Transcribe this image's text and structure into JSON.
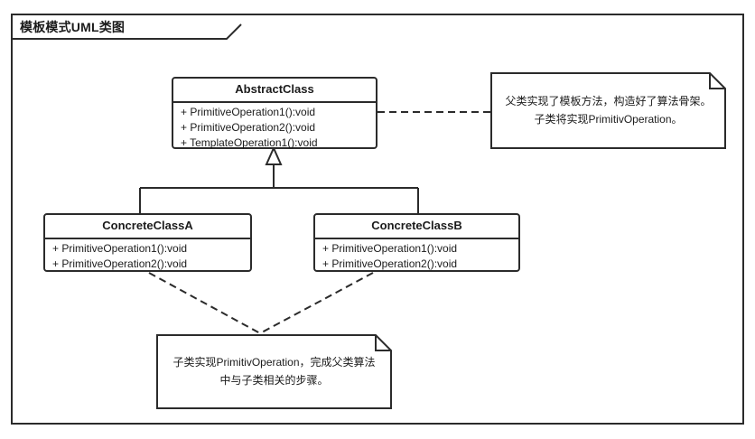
{
  "diagram": {
    "title": "模板模式UML类图",
    "classes": [
      {
        "id": "abstract-class",
        "name": "AbstractClass",
        "members": [
          "+ PrimitiveOperation1():void",
          "+ PrimitiveOperation2():void",
          "+ TemplateOperation1():void"
        ]
      },
      {
        "id": "concrete-class-a",
        "name": "ConcreteClassA",
        "members": [
          "+ PrimitiveOperation1():void",
          "+ PrimitiveOperation2():void"
        ]
      },
      {
        "id": "concrete-class-b",
        "name": "ConcreteClassB",
        "members": [
          "+ PrimitiveOperation1():void",
          "+ PrimitiveOperation2():void"
        ]
      }
    ],
    "notes": [
      {
        "id": "note-abstract",
        "text": "父类实现了模板方法，构造好了算法骨架。子类将实现PrimitivOperation。"
      },
      {
        "id": "note-concrete",
        "text": "子类实现PrimitivOperation，完成父类算法中与子类相关的步骤。"
      }
    ],
    "colors": {
      "stroke": "#2b2b2b",
      "text": "#1b1b1b",
      "background": "#ffffff"
    }
  }
}
